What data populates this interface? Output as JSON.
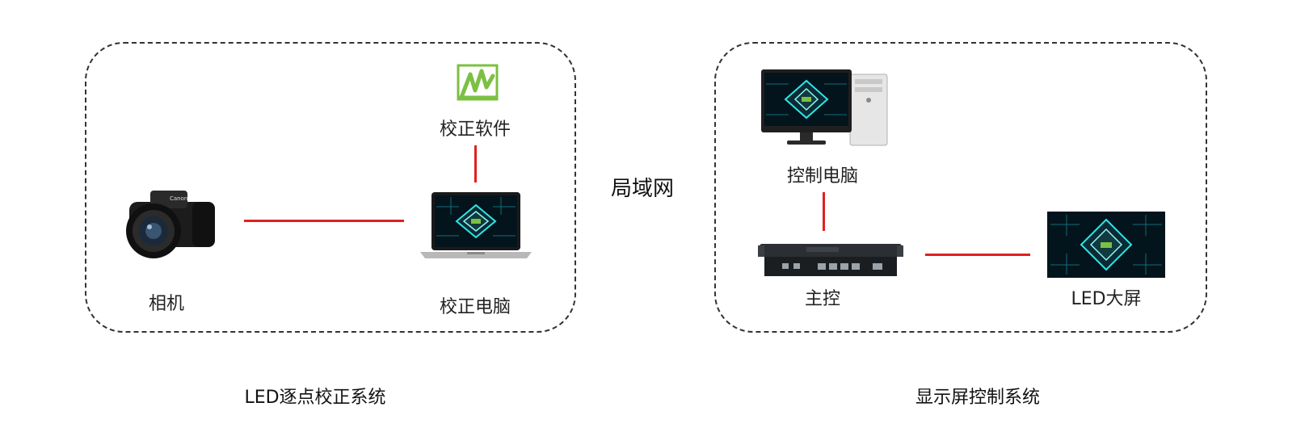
{
  "colors": {
    "connector": "#e02020",
    "border": "#333333",
    "accent_green": "#7cc043",
    "chip_glow": "#2ee6e6"
  },
  "left_system": {
    "caption": "LED逐点校正系统",
    "nodes": {
      "camera": {
        "label": "相机",
        "icon": "camera-icon"
      },
      "software": {
        "label": "校正软件",
        "icon": "software-logo-icon"
      },
      "computer": {
        "label": "校正电脑",
        "icon": "laptop-icon"
      }
    }
  },
  "network": {
    "label": "局域网"
  },
  "right_system": {
    "caption": "显示屏控制系统",
    "nodes": {
      "control_pc": {
        "label": "控制电脑",
        "icon": "desktop-computer-icon"
      },
      "controller": {
        "label": "主控",
        "icon": "controller-box-icon"
      },
      "led_screen": {
        "label": "LED大屏",
        "icon": "led-screen-icon"
      }
    }
  }
}
